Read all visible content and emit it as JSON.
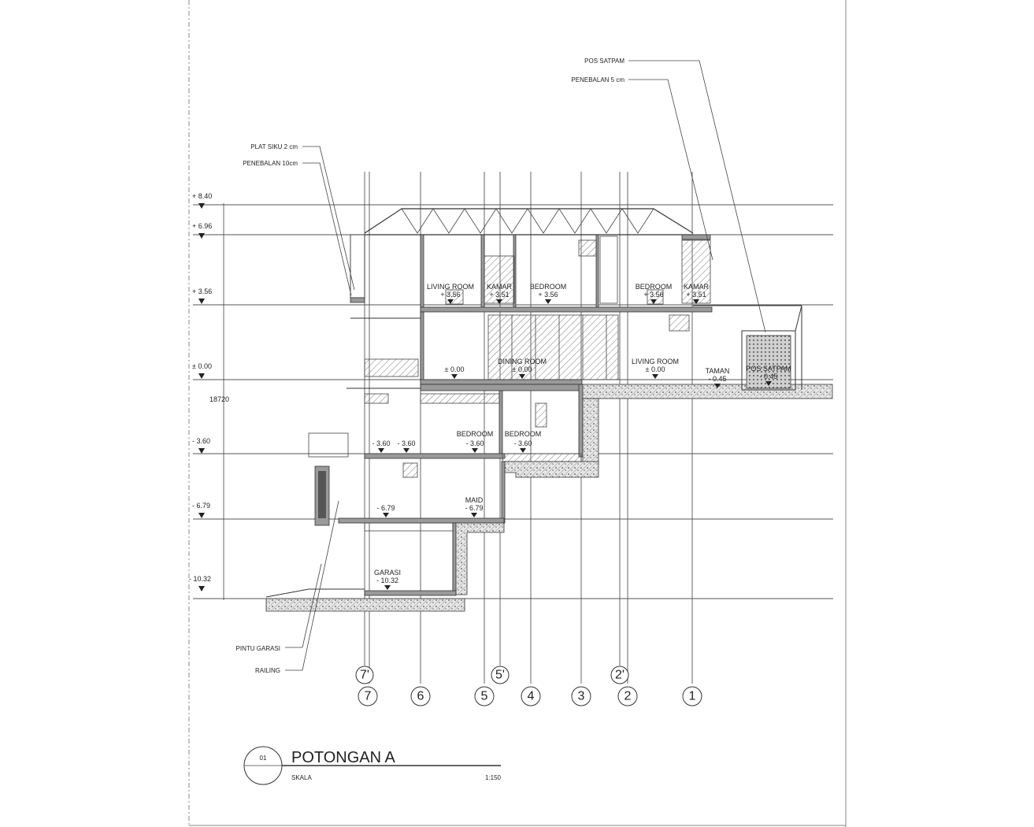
{
  "title": {
    "number": "01",
    "name": "POTONGAN A",
    "scale_label": "SKALA",
    "scale_value": "1:150"
  },
  "dimension": "18720",
  "levels": [
    "+ 8.40",
    "+ 6.96",
    "+ 3.56",
    "± 0.00",
    "- 3.60",
    "- 6.79",
    "- 10.32"
  ],
  "annotations": {
    "pos_satpam": "POS SATPAM",
    "penebalan_5": "PENEBALAN 5 cm",
    "plat_siku": "PLAT SIKU 2 cm",
    "penebalan_10": "PENEBALAN 10cm",
    "pintu_garasi": "PINTU GARASI",
    "railing": "RAILING"
  },
  "rooms": {
    "r1_name": "LIVING ROOM",
    "r1_lvl": "+ 3.56",
    "r2_name": "KAMAR",
    "r2_lvl": "+ 3.51",
    "r3_name": "BEDROOM",
    "r3_lvl": "+ 3.56",
    "r4_name": "BEDROOM",
    "r4_lvl": "+ 3.56",
    "r5_name": "KAMAR",
    "r5_lvl": "+ 3.51",
    "r6_lvl": "± 0.00",
    "r7_name": "DINING ROOM",
    "r7_lvl": "± 0.00",
    "r8_name": "LIVING ROOM",
    "r8_lvl": "± 0.00",
    "r9_name": "TAMAN",
    "r9_lvl": "- 0.45",
    "r10_name": "POS SATPAM",
    "r10_lvl": "- 0.45",
    "r11_lvl": "- 3.60",
    "r12_lvl": "- 3.60",
    "r13_name": "BEDROOM",
    "r13_lvl": "- 3.60",
    "r14_name": "BEDROOM",
    "r14_lvl": "- 3.60",
    "r15_lvl": "- 6.79",
    "r16_name": "MAID",
    "r16_lvl": "- 6.79",
    "r17_name": "GARASI",
    "r17_lvl": "- 10.32"
  },
  "gridlines": {
    "g7p": "7'",
    "g5p": "5'",
    "g2p": "2'",
    "g7": "7",
    "g6": "6",
    "g5": "5",
    "g4": "4",
    "g3": "3",
    "g2": "2",
    "g1": "1"
  }
}
